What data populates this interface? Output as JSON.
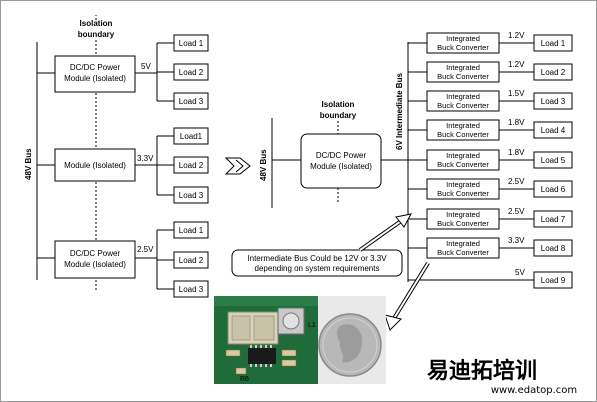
{
  "left": {
    "bus_label": "48V Bus",
    "isolation_label": "Isolation boundary",
    "modules": [
      {
        "label": "DC/DC Power Module (Isolated)",
        "voltage": "5V",
        "loads": [
          "Load 1",
          "Load 2",
          "Load 3"
        ]
      },
      {
        "label": "Module (Isolated)",
        "voltage": "3.3V",
        "loads": [
          "Load1",
          "Load 2",
          "Load 3"
        ]
      },
      {
        "label": "DC/DC Power Module (Isolated)",
        "voltage": "2.5V",
        "loads": [
          "Load 1",
          "Load 2",
          "Load 3"
        ]
      }
    ]
  },
  "middle": {
    "bus_label": "48V Bus",
    "isolation_label": "Isolation boundary",
    "module_label": "DC/DC Power Module (Isolated)"
  },
  "right": {
    "bus_label": "6V Intermediate Bus",
    "converters": [
      {
        "label": "Integrated Buck Converter",
        "voltage": "1.2V",
        "load": "Load 1"
      },
      {
        "label": "Integrated Buck Converter",
        "voltage": "1.2V",
        "load": "Load 2"
      },
      {
        "label": "Integrated Buck Converter",
        "voltage": "1.5V",
        "load": "Load 3"
      },
      {
        "label": "Integrated Buck Converter",
        "voltage": "1.8V",
        "load": "Load 4"
      },
      {
        "label": "Integrated Buck Converter",
        "voltage": "1.8V",
        "load": "Load 5"
      },
      {
        "label": "Integrated Buck Converter",
        "voltage": "2.5V",
        "load": "Load 6"
      },
      {
        "label": "Integrated Buck Converter",
        "voltage": "2.5V",
        "load": "Load 7"
      },
      {
        "label": "Integrated Buck Converter",
        "voltage": "3.3V",
        "load": "Load 8"
      }
    ],
    "direct": {
      "voltage": "5V",
      "load": "Load 9"
    }
  },
  "callout": "Intermediate Bus Could be 12V or 3.3V depending on system requirements",
  "photo": {
    "pcb_labels": [
      "L1",
      "R6"
    ]
  },
  "watermark": {
    "cn": "易迪拓培训",
    "url": "www.edatop.com"
  },
  "colors": {
    "pcb_green": "#1f6b3a",
    "watermark_red": "#c0283c",
    "coin": "#b8b8b8"
  }
}
